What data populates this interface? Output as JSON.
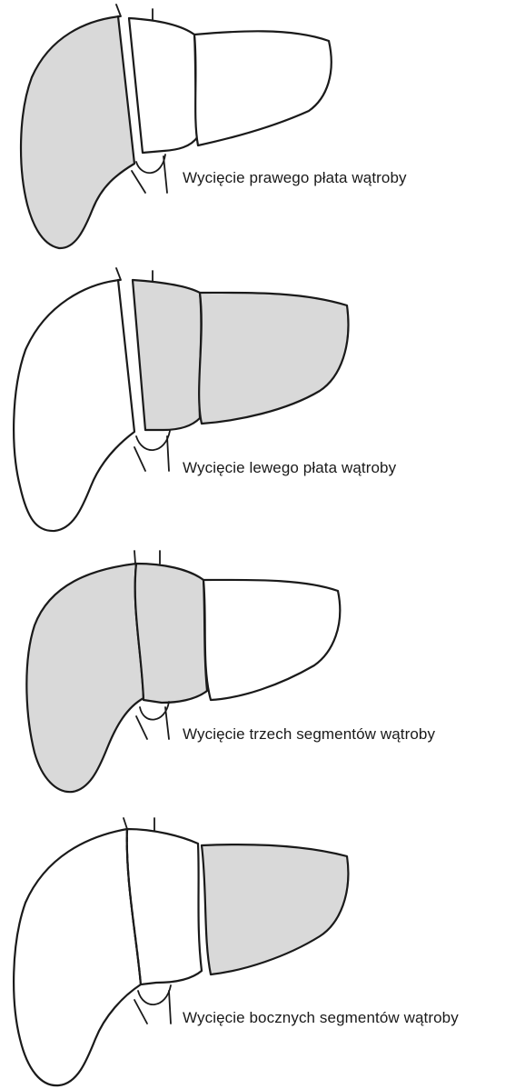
{
  "colors": {
    "resected": "#d9d9d9",
    "remaining": "#ffffff",
    "outline": "#1a1a1a"
  },
  "panels": [
    {
      "caption": "Wycięcie prawego płata wątroby",
      "resected_segments": [
        "right-lobe"
      ]
    },
    {
      "caption": "Wycięcie lewego płata wątroby",
      "resected_segments": [
        "middle-segment",
        "left-lobe"
      ]
    },
    {
      "caption": "Wycięcie trzech segmentów wątroby",
      "resected_segments": [
        "right-lobe",
        "middle-segment"
      ]
    },
    {
      "caption": "Wycięcie bocznych segmentów wątroby",
      "resected_segments": [
        "left-lobe"
      ]
    }
  ]
}
